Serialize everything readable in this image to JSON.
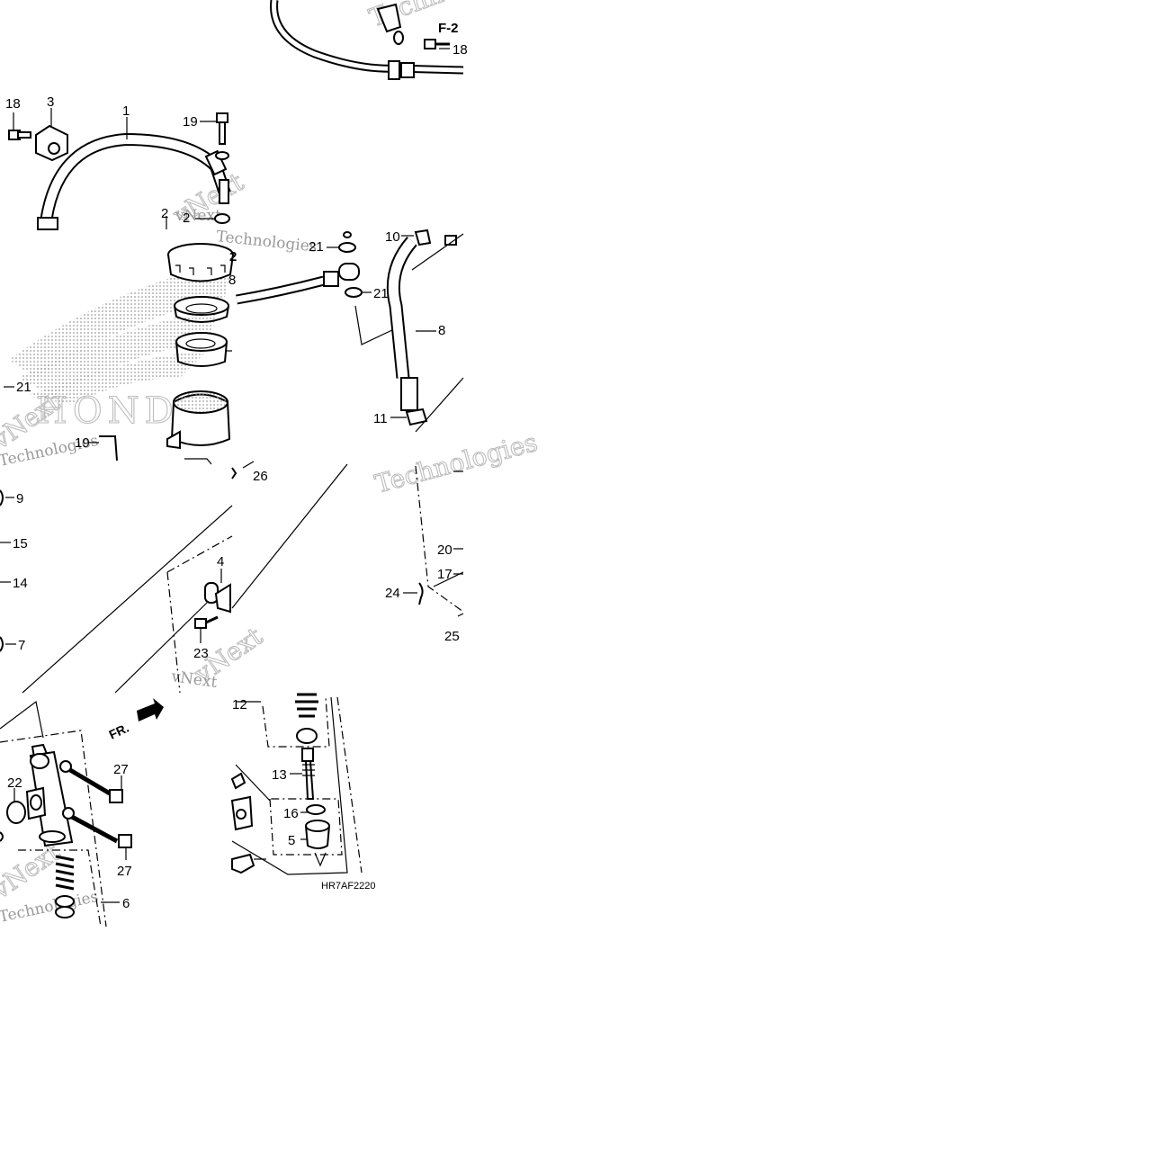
{
  "diagram": {
    "drawing_code": "HR7AF2220",
    "front_indicator": "FR.",
    "section_ref": "F-2",
    "brand_watermark": "HONDA",
    "watermark_texts": [
      "vNext",
      "Technologies"
    ],
    "callouts": {
      "c1": "1",
      "c2a": "2",
      "c2b": "2",
      "c2c": "2",
      "c3": "3",
      "c4": "4",
      "c5": "5",
      "c6": "6",
      "c7": "7",
      "c8a": "8",
      "c8b": "8",
      "c9": "9",
      "c10": "10",
      "c11": "11",
      "c12": "12",
      "c13": "13",
      "c14": "14",
      "c15": "15",
      "c16": "16",
      "c17": "17",
      "c18a": "18",
      "c18b": "18",
      "c19a": "19",
      "c19b": "19",
      "c20": "20",
      "c21a": "21",
      "c21b": "21",
      "c21c": "21",
      "c22": "22",
      "c23": "23",
      "c24": "24",
      "c25": "25",
      "c26": "26",
      "c27a": "27",
      "c27b": "27"
    }
  }
}
